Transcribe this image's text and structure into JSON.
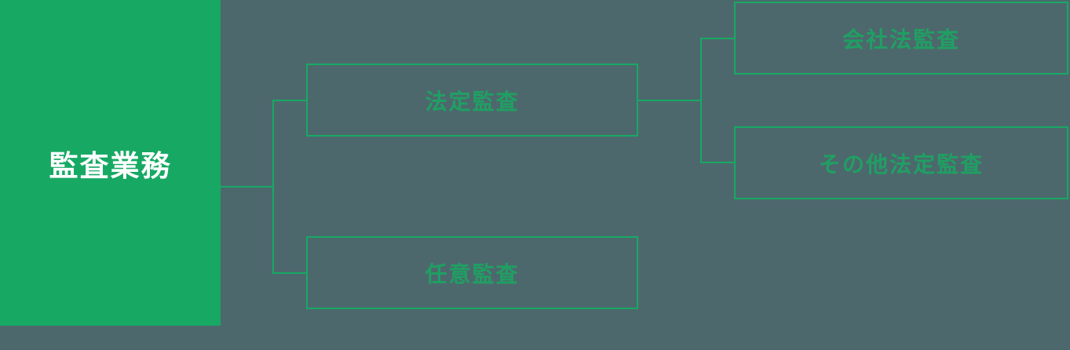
{
  "colors": {
    "background": "#4D686D",
    "accent_green": "#17A964",
    "label_green": "#209F63",
    "root_text": "#FFFFFF"
  },
  "diagram": {
    "type": "tree",
    "root": {
      "id": "audit-services",
      "label": "監査業務"
    },
    "nodes": [
      {
        "id": "statutory-audit",
        "label": "法定監査",
        "parent": "audit-services"
      },
      {
        "id": "voluntary-audit",
        "label": "任意監査",
        "parent": "audit-services"
      },
      {
        "id": "companies-act-audit",
        "label": "会社法監査",
        "parent": "statutory-audit"
      },
      {
        "id": "other-statutory-audit",
        "label": "その他法定監査",
        "parent": "statutory-audit"
      }
    ]
  }
}
